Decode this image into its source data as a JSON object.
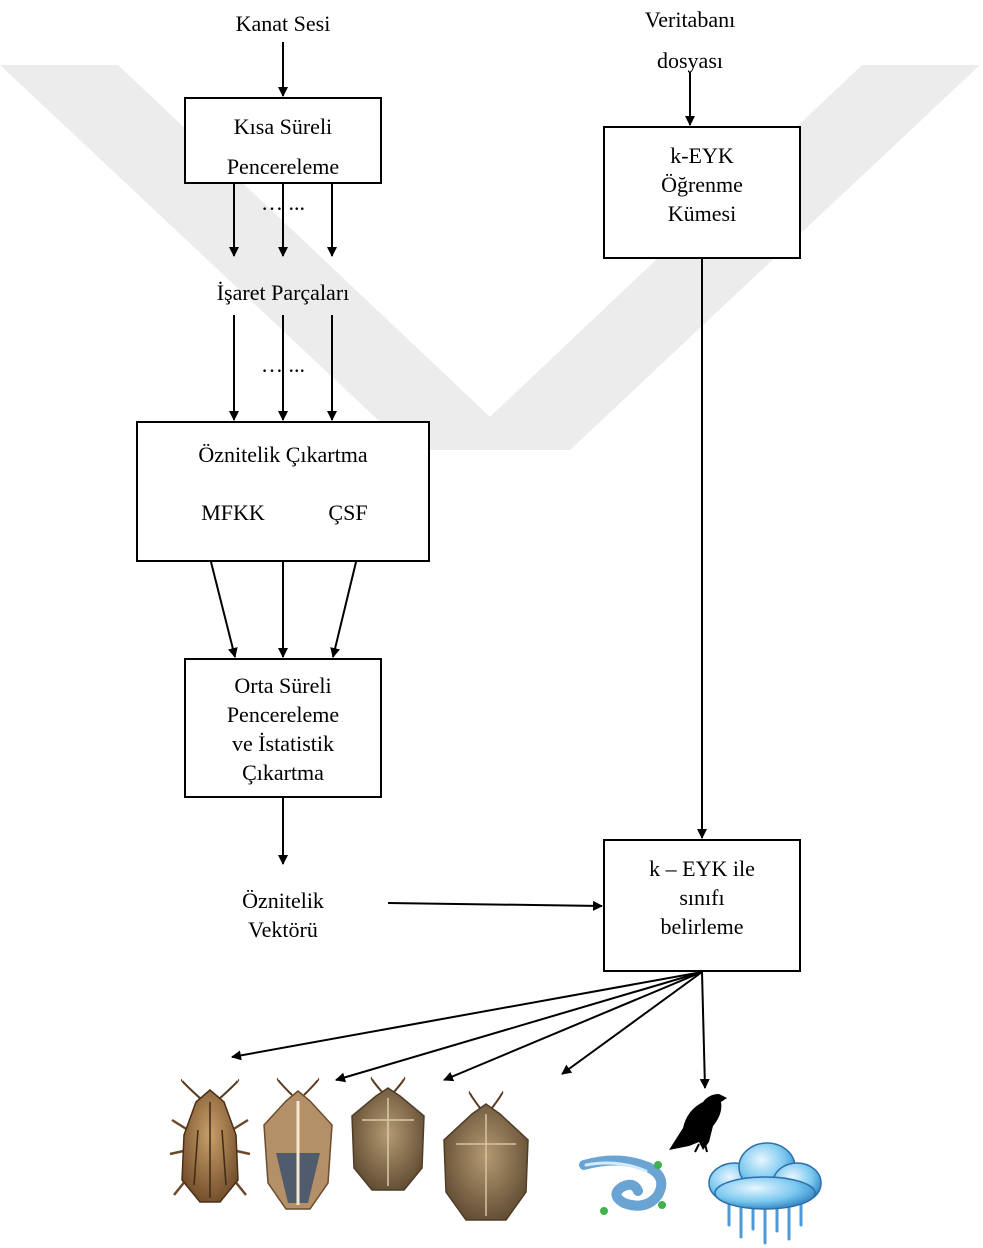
{
  "inputs": {
    "wing_sound": "Kanat Sesi",
    "database_line1": "Veritabanı",
    "database_line2": "dosyası"
  },
  "boxes": {
    "short_window": [
      "Kısa Süreli",
      "Pencereleme"
    ],
    "feature_extraction": {
      "title": "Öznitelik Çıkartma",
      "method1": "MFKK",
      "method2": "ÇSF"
    },
    "mid_window": [
      "Orta Süreli",
      "Pencereleme",
      "ve İstatistik",
      "Çıkartma"
    ],
    "training_set": [
      "k-EYK",
      "Öğrenme",
      "Kümesi"
    ],
    "classifier": [
      "k – EYK ile",
      "sınıfı",
      "belirleme"
    ]
  },
  "labels": {
    "ellipsis_top": "… ...",
    "signal_parts": "İşaret Parçaları",
    "ellipsis_bottom": "… ...",
    "feature_vector": [
      "Öznitelik",
      "Vektörü"
    ]
  },
  "outputs": [
    "insect-1",
    "insect-2",
    "insect-3",
    "insect-4",
    "wind",
    "bird",
    "rain"
  ],
  "colors": {
    "watermark": "#ececec",
    "stroke": "#000000"
  }
}
